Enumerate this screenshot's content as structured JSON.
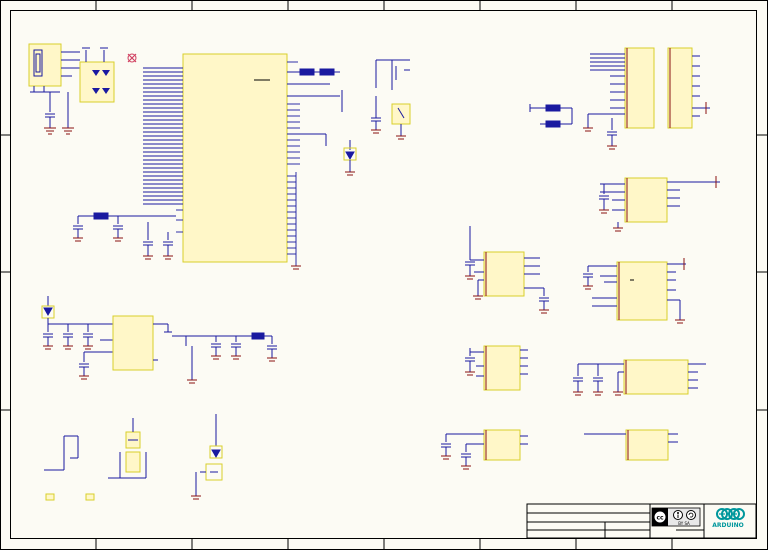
{
  "sheet": {
    "frame_color": "#000000",
    "wire_color": "#1a1aa0",
    "component_fill": "#fff7c8",
    "component_border": "#d9cf2a",
    "pin_color": "#7a0000",
    "power_color": "#8a1010",
    "zone_columns": [
      "",
      "",
      "",
      "",
      "",
      "",
      "",
      ""
    ],
    "zone_rows": [
      "",
      "",
      "",
      ""
    ]
  },
  "title_block": {
    "license_badge": "cc",
    "license_terms": "BY SA",
    "logo_text": "ARDUINO",
    "logo_color": "#00979c"
  }
}
